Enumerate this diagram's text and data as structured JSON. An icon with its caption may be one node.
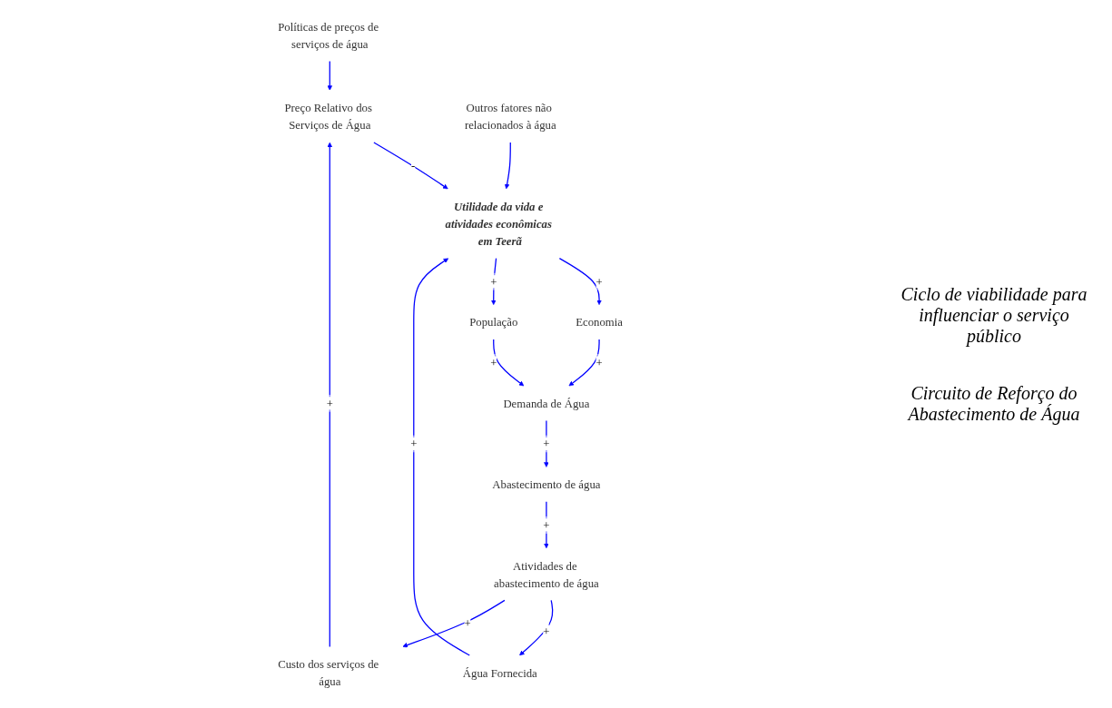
{
  "diagram": {
    "nodes": [
      {
        "text": [
          "Políticas de preços de serviços de água"
        ]
      },
      {
        "text": [
          "Preço Relativo dos Serviços de Água"
        ]
      },
      {
        "text": [
          "Outros fatores não relacionados à água"
        ]
      },
      {
        "text": [
          "Utilidade da vida e atividades econômicas em Teerã"
        ]
      },
      {
        "text": [
          "Custo dos serviços de água"
        ]
      },
      {
        "text": [
          "Água Fornecida"
        ]
      },
      {
        "text": [
          "Economia"
        ]
      },
      {
        "text": [
          "População"
        ]
      },
      {
        "text": [
          "Atividades de abastecimento de água"
        ]
      },
      {
        "text": [
          "Demanda de Água"
        ]
      },
      {
        "text": [
          "Abastecimento de água"
        ]
      }
    ],
    "edges": [
      {
        "from": 0,
        "to": 1,
        "arrow": "to"
      },
      {
        "from": 1,
        "to": 3,
        "arrow": "to",
        "label": "-"
      },
      {
        "from": 2,
        "to": 3,
        "arrow": "to"
      },
      {
        "from": 5,
        "to": 3,
        "arrow": "to",
        "label": "+"
      },
      {
        "from": 3,
        "to": 6,
        "arrow": "to",
        "label": "+"
      },
      {
        "from": 3,
        "to": 7,
        "arrow": "to",
        "label": "+"
      },
      {
        "from": 6,
        "to": 9,
        "arrow": "to",
        "label": "+"
      },
      {
        "from": 7,
        "to": 9,
        "arrow": "to",
        "label": "+"
      },
      {
        "from": 9,
        "to": 10,
        "arrow": "to",
        "label": "+"
      },
      {
        "from": 10,
        "to": 8,
        "arrow": "to",
        "label": "+"
      },
      {
        "from": 8,
        "to": 5,
        "arrow": "to",
        "label": "+"
      },
      {
        "from": 8,
        "to": 4,
        "arrow": "to",
        "label": "+"
      },
      {
        "from": 4,
        "to": 1,
        "arrow": "to",
        "label": "+"
      }
    ],
    "labels": [
      "Ciclo de viabilidade para influenciar o serviço público",
      "Circuito de Reforço do Abastecimento de Água"
    ]
  }
}
